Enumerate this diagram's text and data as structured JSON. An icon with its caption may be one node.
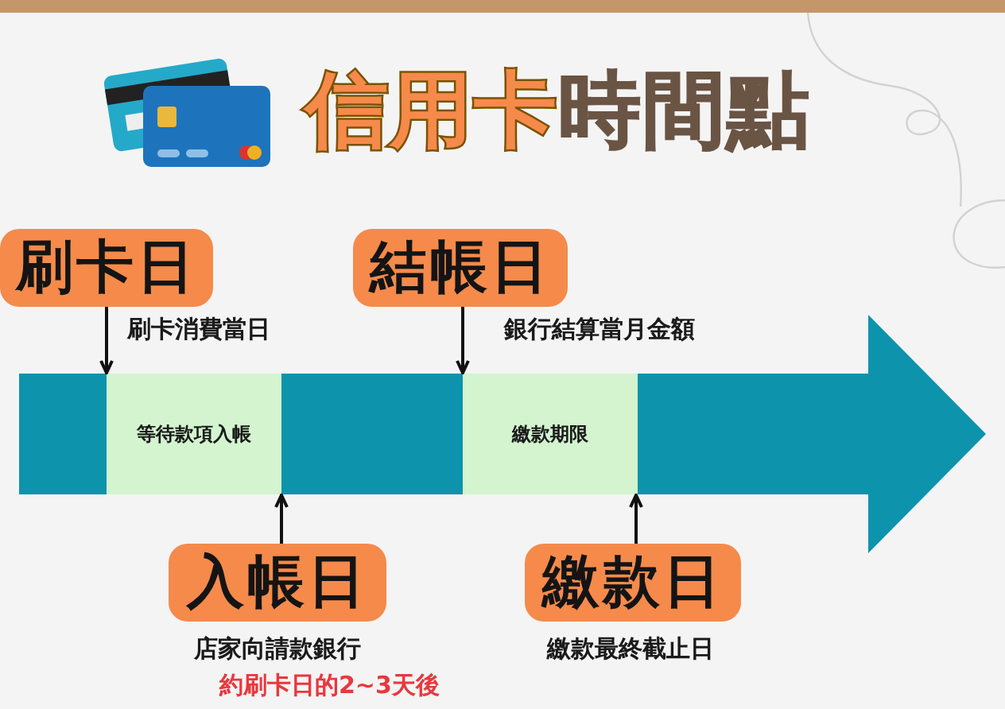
{
  "diagram": {
    "title": "**信用卡**時間點",
    "nodes": [
      {
        "text": [
          "刷卡日"
        ],
        "beside": [
          "刷卡消費當日"
        ]
      },
      {
        "text": [
          "結帳日"
        ],
        "beside": [
          "銀行結算當月金額"
        ]
      },
      {
        "text": [],
        "shape": "arrow"
      },
      {
        "text": [
          "等待款項入帳"
        ],
        "in": 2
      },
      {
        "text": [
          "繳款期限"
        ],
        "in": 2
      },
      {
        "text": [
          "入帳日"
        ],
        "beside": [
          "店家向請款銀行",
          "約刷卡日的2~3天後"
        ]
      },
      {
        "text": [
          "繳款日"
        ],
        "beside": [
          "繳款最終截止日"
        ]
      }
    ],
    "edges": [
      {
        "from": 0,
        "to": 2,
        "arrow": "to"
      },
      {
        "from": 1,
        "to": 2,
        "arrow": "to"
      },
      {
        "from": 5,
        "to": 2,
        "arrow": "to"
      },
      {
        "from": 6,
        "to": 2,
        "arrow": "to"
      }
    ]
  }
}
